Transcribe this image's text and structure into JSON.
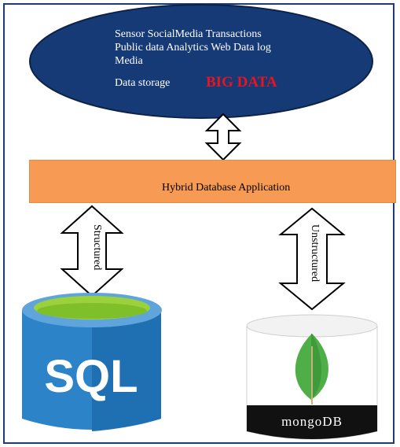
{
  "big_data": {
    "sources_line1": "Sensor  SocialMedia   Transactions",
    "sources_line2": "Public data Analytics   Web Data  log",
    "sources_line3": "Media",
    "sources_line4": "Data storage",
    "title": "BIG DATA"
  },
  "hybrid": {
    "label": "Hybrid Database Application"
  },
  "links": {
    "left": "Structured",
    "right": "Unstructured"
  },
  "sql": {
    "logo_text": "SQL"
  },
  "mongo": {
    "logo_text": "mongoDB"
  },
  "colors": {
    "ellipse": "#163a75",
    "hybrid": "#f79b54",
    "sql_blue": "#2c83c8",
    "sql_green": "#9bd23c",
    "mongo_leaf": "#4fae48"
  }
}
